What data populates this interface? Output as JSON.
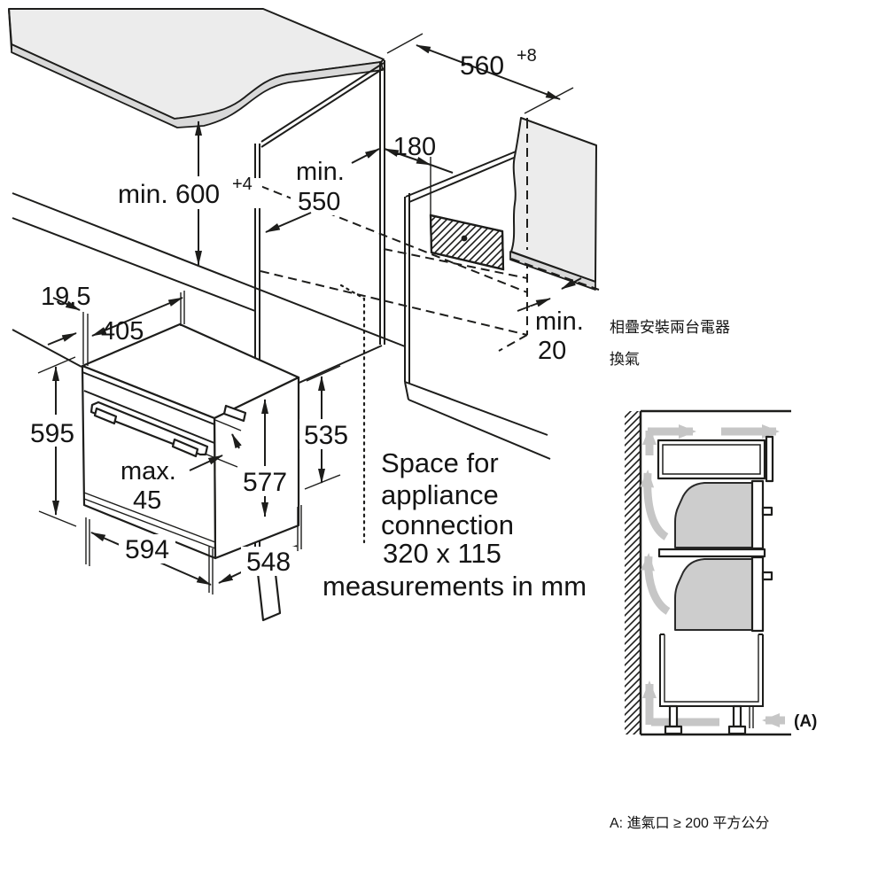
{
  "figure": {
    "unit_note": "measurements in mm",
    "connection_note_lines": [
      "Space for",
      "appliance",
      "connection",
      "320 x 115"
    ],
    "niche": {
      "height": "min. 600",
      "height_tol": "+4",
      "width": "560",
      "width_tol": "+8",
      "depth_l1": "min.",
      "depth_l2": "550",
      "vent_offset": "180",
      "rear_gap_l1": "min.",
      "rear_gap_l2": "20"
    },
    "oven": {
      "door_proud": "19,5",
      "top_depth": "405",
      "front_height": "595",
      "handle_l1": "max.",
      "handle_l2": "45",
      "body_height": "577",
      "side_height": "535",
      "width": "594",
      "body_depth": "548"
    },
    "stacking": {
      "title": "相疊安裝兩台電器",
      "subtitle": "換氣",
      "inlet_label": "(A)",
      "footnote": "A: 進氣口 ≥ 200 平方公分"
    },
    "colors": {
      "line": "#1d1d1b",
      "surface": "#ececec",
      "edge_band": "#d9d9d9",
      "appliance_fill": "#cdcdcd",
      "airflow_arrow": "#c6c6c6"
    }
  }
}
